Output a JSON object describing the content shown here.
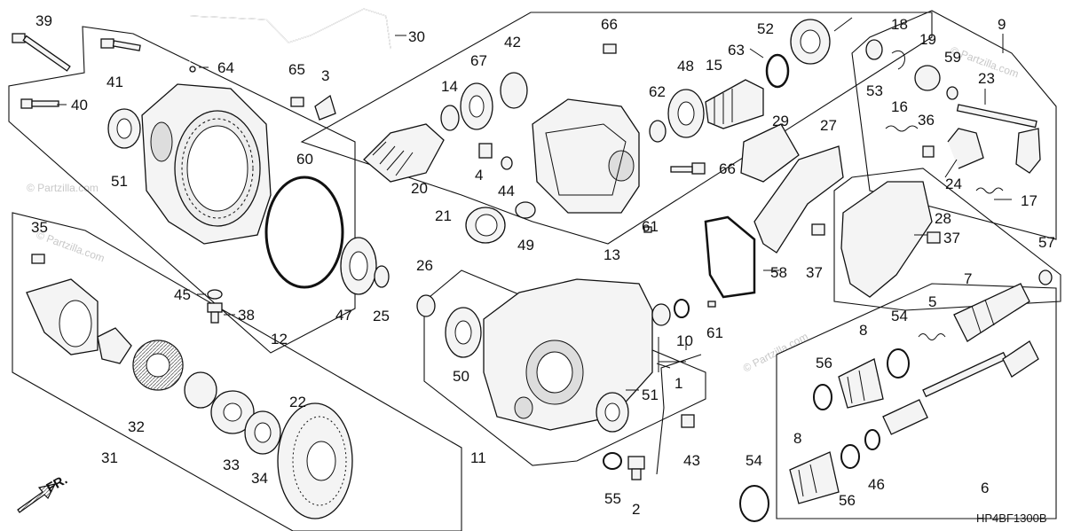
{
  "diagram": {
    "drawing_code": "HP4BF1300B",
    "watermark": "© Partzilla.com",
    "direction_label": "FR.",
    "callouts": {
      "c1": "1",
      "c2": "2",
      "c3": "3",
      "c4": "4",
      "c5": "5",
      "c6": "6",
      "c7": "7",
      "c8a": "8",
      "c8b": "8",
      "c9": "9",
      "c10": "10",
      "c11": "11",
      "c12": "12",
      "c13": "13",
      "c14": "14",
      "c15": "15",
      "c16": "16",
      "c17": "17",
      "c18": "18",
      "c19": "19",
      "c20": "20",
      "c21": "21",
      "c22": "22",
      "c23": "23",
      "c24": "24",
      "c25": "25",
      "c26": "26",
      "c27": "27",
      "c28": "28",
      "c29": "29",
      "c30": "30",
      "c31": "31",
      "c32": "32",
      "c33": "33",
      "c34": "34",
      "c35": "35",
      "c36": "36",
      "c37a": "37",
      "c37b": "37",
      "c38": "38",
      "c39": "39",
      "c40": "40",
      "c41": "41",
      "c42": "42",
      "c43": "43",
      "c44": "44",
      "c45": "45",
      "c46": "46",
      "c47": "47",
      "c48": "48",
      "c49": "49",
      "c50": "50",
      "c51a": "51",
      "c51b": "51",
      "c52": "52",
      "c53": "53",
      "c54a": "54",
      "c54b": "54",
      "c55": "55",
      "c56a": "56",
      "c56b": "56",
      "c57": "57",
      "c58": "58",
      "c59": "59",
      "c60": "60",
      "c61a": "61",
      "c61b": "61",
      "c62": "62",
      "c63": "63",
      "c64": "64",
      "c65": "65",
      "c66a": "66",
      "c66b": "66",
      "c67": "67"
    }
  }
}
